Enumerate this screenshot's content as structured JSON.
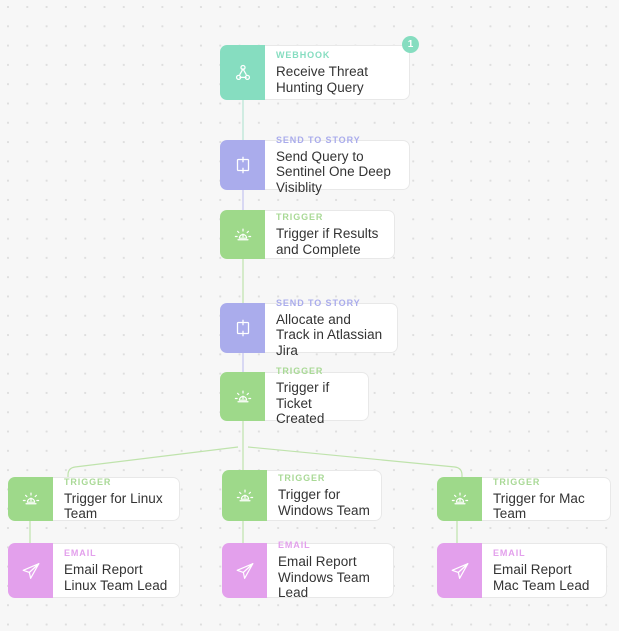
{
  "canvas": {
    "background_color": "#f7f7f7",
    "grid_dot_color": "#dedede"
  },
  "palette": {
    "webhook": "#86ddc0",
    "send_to_story": "#aaacec",
    "trigger": "#9ed98a",
    "email": "#e3a0ec",
    "edge_line": "#bfe3ac",
    "title_text": "#333333",
    "card_background": "#ffffff"
  },
  "nodes": [
    {
      "id": "receive-threat-hunting-query",
      "kicker": "WEBHOOK",
      "title": "Receive Threat Hunting Query",
      "icon": "webhook-icon",
      "type": "webhook",
      "badge": "1"
    },
    {
      "id": "send-query-to-sentinel-one",
      "kicker": "SEND TO STORY",
      "title": "Send Query to Sentinel One Deep Visiblity",
      "icon": "send-to-story-icon",
      "type": "send_to_story"
    },
    {
      "id": "trigger-if-results-and-complete",
      "kicker": "TRIGGER",
      "title": "Trigger if Results and Complete",
      "icon": "siren-icon",
      "type": "trigger"
    },
    {
      "id": "allocate-and-track-in-jira",
      "kicker": "SEND TO STORY",
      "title": "Allocate and Track in Atlassian Jira",
      "icon": "send-to-story-icon",
      "type": "send_to_story"
    },
    {
      "id": "trigger-if-ticket-created",
      "kicker": "TRIGGER",
      "title": "Trigger if Ticket Created",
      "icon": "siren-icon",
      "type": "trigger"
    },
    {
      "id": "trigger-for-linux-team",
      "kicker": "TRIGGER",
      "title": "Trigger for Linux Team",
      "icon": "siren-icon",
      "type": "trigger"
    },
    {
      "id": "trigger-for-windows-team",
      "kicker": "TRIGGER",
      "title": "Trigger for Windows Team",
      "icon": "siren-icon",
      "type": "trigger"
    },
    {
      "id": "trigger-for-mac-team",
      "kicker": "TRIGGER",
      "title": "Trigger for Mac Team",
      "icon": "siren-icon",
      "type": "trigger"
    },
    {
      "id": "email-report-linux-team-lead",
      "kicker": "EMAIL",
      "title": "Email Report Linux Team Lead",
      "icon": "paper-plane-icon",
      "type": "email"
    },
    {
      "id": "email-report-windows-team-lead",
      "kicker": "EMAIL",
      "title": "Email Report Windows Team Lead",
      "icon": "paper-plane-icon",
      "type": "email"
    },
    {
      "id": "email-report-mac-team-lead",
      "kicker": "EMAIL",
      "title": "Email Report Mac Team Lead",
      "icon": "paper-plane-icon",
      "type": "email"
    }
  ]
}
